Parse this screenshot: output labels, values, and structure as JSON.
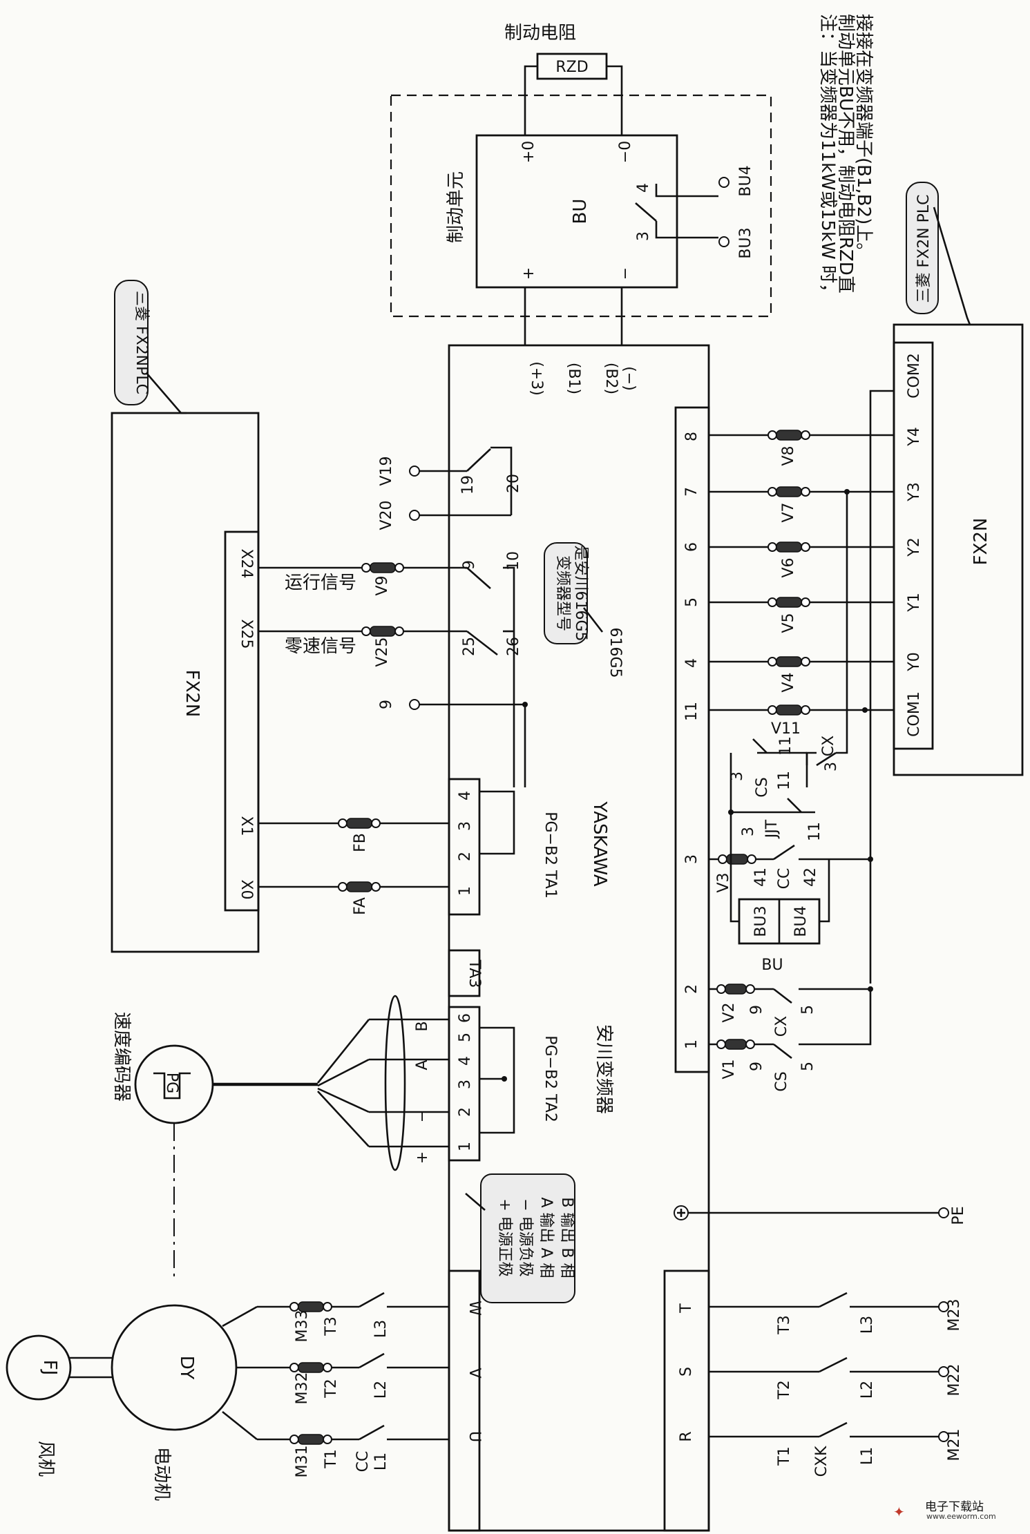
{
  "labels": {
    "brake_resistor_title": "制动电阻",
    "rzd": "RZD",
    "brake_unit_title": "制动单元",
    "bu": "BU",
    "plus0": "+0",
    "minus0": "−0",
    "plus": "+",
    "minus": "−",
    "bu_pin3": "3",
    "bu_pin4": "4",
    "bu3": "BU3",
    "bu4": "BU4",
    "note_line1": "注：当变频器为11kW或15kW 时，",
    "note_line2": "制动单元BU不用，制动电阻RZD直",
    "note_line3": "接接在变频器端子(B1,B2)上。",
    "plc_callout": "三菱 FX2NPLC",
    "plc2_callout": "三菱 FX2N PLC",
    "fx2n": "FX2N",
    "x24": "X24",
    "x25": "X25",
    "x1": "X1",
    "x0": "X0",
    "run_signal": "运行信号",
    "zero_signal": "零速信号",
    "v9": "V9",
    "v25": "V25",
    "v19": "V19",
    "v20": "V20",
    "fb": "FB",
    "fa": "FA",
    "t19": "19",
    "t20": "20",
    "t9a": "9",
    "t10": "10",
    "t25": "25",
    "t26": "26",
    "t9b": "9",
    "tp3": "(+3)",
    "tb1": "(B1)",
    "tb2": "(B2)",
    "tneg": "(−)",
    "model_callout_l1": "变频器型号",
    "model_callout_l2": "是安川616G5",
    "model": "616G5",
    "yaskawa": "YASKAWA",
    "pg_b2_ta1": "PG−B2  TA1",
    "ta1_1": "1",
    "ta1_2": "2",
    "ta1_3": "3",
    "ta1_4": "4",
    "ta3": "TA3",
    "pg_b2_ta2": "PG−B2  TA2",
    "ta2_1": "1",
    "ta2_2": "2",
    "ta2_3": "3",
    "ta2_4": "4",
    "ta2_5": "5",
    "ta2_6": "6",
    "phase_b": "B",
    "phase_a": "A",
    "sig_minus": "−",
    "sig_plus": "+",
    "inverter": "安川变频器",
    "encoder_title": "速度编码器",
    "pg": "PG",
    "fan_label": "风机",
    "fj": "FJ",
    "dy": "DY",
    "motor_label": "电动机",
    "cc": "CC",
    "m31": "M31",
    "m32": "M32",
    "m33": "M33",
    "t1": "T1",
    "t2": "T2",
    "t3": "T3",
    "l1": "L1",
    "l2": "L2",
    "l3": "L3",
    "u": "U",
    "v": "V",
    "w": "W",
    "legend_1": "+ 电源正极",
    "legend_2": "− 电源负极",
    "legend_3": "A 输出 A 相",
    "legend_4": "B 输出 B 相",
    "r": "R",
    "s": "S",
    "t": "T",
    "in_t1": "T1",
    "in_t2": "T2",
    "in_t3": "T3",
    "in_l1": "L1",
    "in_l2": "L2",
    "in_l3": "L3",
    "cxk": "CXK",
    "m21": "M21",
    "m22": "M22",
    "m23": "M23",
    "pe": "PE",
    "com2": "COM2",
    "y4": "Y4",
    "y3": "Y3",
    "y2": "Y2",
    "y1": "Y1",
    "y0": "Y0",
    "com1": "COM1",
    "v8": "V8",
    "v7": "V7",
    "v6": "V6",
    "v5": "V5",
    "v4": "V4",
    "v11": "V11",
    "v3": "V3",
    "v2": "V2",
    "v1": "V1",
    "tr8": "8",
    "tr7": "7",
    "tr6": "6",
    "tr5": "5",
    "tr4": "4",
    "tr11": "11",
    "tr3": "3",
    "tr2": "2",
    "tr1": "1",
    "cs": "CS",
    "cx": "CX",
    "jjt": "JJT",
    "cc2": "CC",
    "n3a": "3",
    "n11a": "11",
    "n11b": "11",
    "n3b": "3",
    "n3c": "3",
    "n11c": "11",
    "n41": "41",
    "n42": "42",
    "bu3b": "BU3",
    "bu4b": "BU4",
    "bu_lbl": "BU",
    "n9a": "9",
    "n5a": "5",
    "n9b": "9",
    "n5b": "5",
    "cx2": "CX",
    "cs2": "CS",
    "watermark_main": "电子下载站",
    "watermark_url": "www.eeworm.com"
  },
  "colors": {
    "ink": "#111111",
    "paper": "#fbfbf8",
    "watermark_red": "#c0392b"
  }
}
